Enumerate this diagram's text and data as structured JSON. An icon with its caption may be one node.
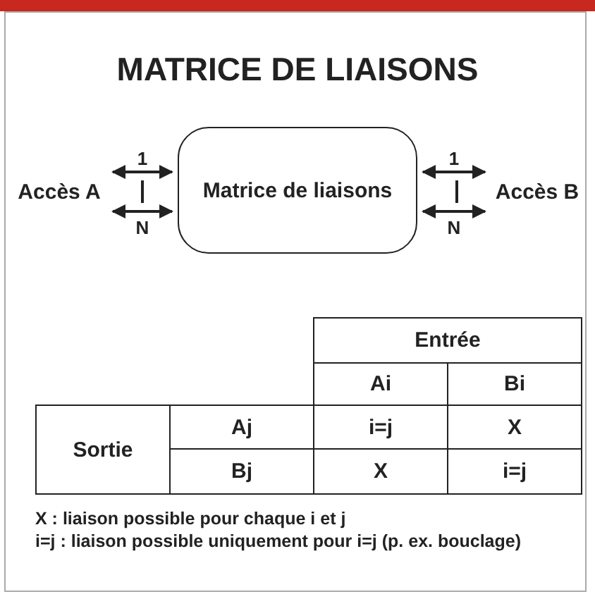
{
  "diagram": {
    "title": "MATRICE DE LIAISONS",
    "nodes": [
      {
        "text": [
          "Accès A"
        ]
      },
      {
        "text": [
          "Matrice de liaisons"
        ]
      },
      {
        "text": [
          "Accès B"
        ]
      }
    ],
    "edges": [
      {
        "from": 0,
        "to": 1,
        "arrow": "both",
        "label": "1"
      },
      {
        "from": 0,
        "to": 1,
        "arrow": "both",
        "label": "N"
      },
      {
        "from": 1,
        "to": 2,
        "arrow": "both",
        "label": "1"
      },
      {
        "from": 1,
        "to": 2,
        "arrow": "both",
        "label": "N"
      }
    ],
    "labels": [
      "Entrée",
      "Ai",
      "Bi",
      "Sortie",
      "Aj",
      "i=j",
      "X",
      "Bj",
      "X",
      "i=j",
      "X : liaison possible pour chaque i et j",
      "i=j : liaison possible uniquement pour i=j (p. ex. bouclage)"
    ]
  }
}
